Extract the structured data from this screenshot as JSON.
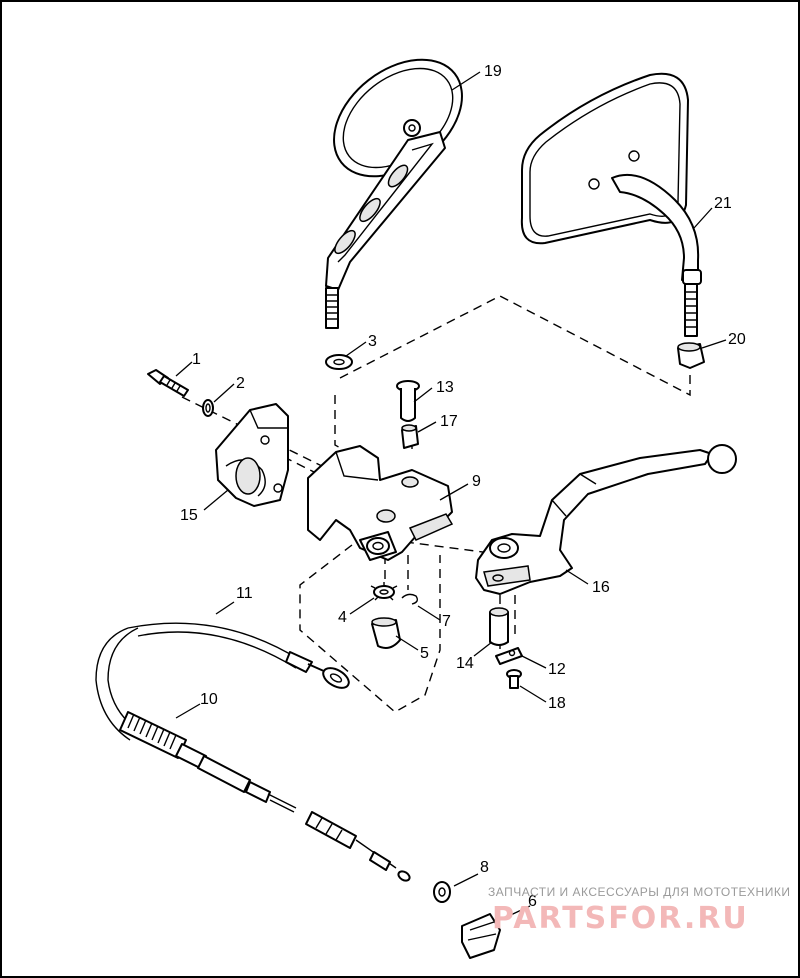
{
  "callouts": {
    "c1": "1",
    "c2": "2",
    "c3": "3",
    "c4": "4",
    "c5": "5",
    "c6": "6",
    "c7": "7",
    "c8": "8",
    "c9": "9",
    "c10": "10",
    "c11": "11",
    "c12": "12",
    "c13": "13",
    "c14": "14",
    "c15": "15",
    "c16": "16",
    "c17": "17",
    "c18": "18",
    "c19": "19",
    "c20": "20",
    "c21": "21"
  },
  "watermark": {
    "caption": "ЗАПЧАСТИ И АКСЕССУАРЫ ДЛЯ МОТОТЕХНИКИ",
    "logo": "PARTSFOR.RU"
  }
}
